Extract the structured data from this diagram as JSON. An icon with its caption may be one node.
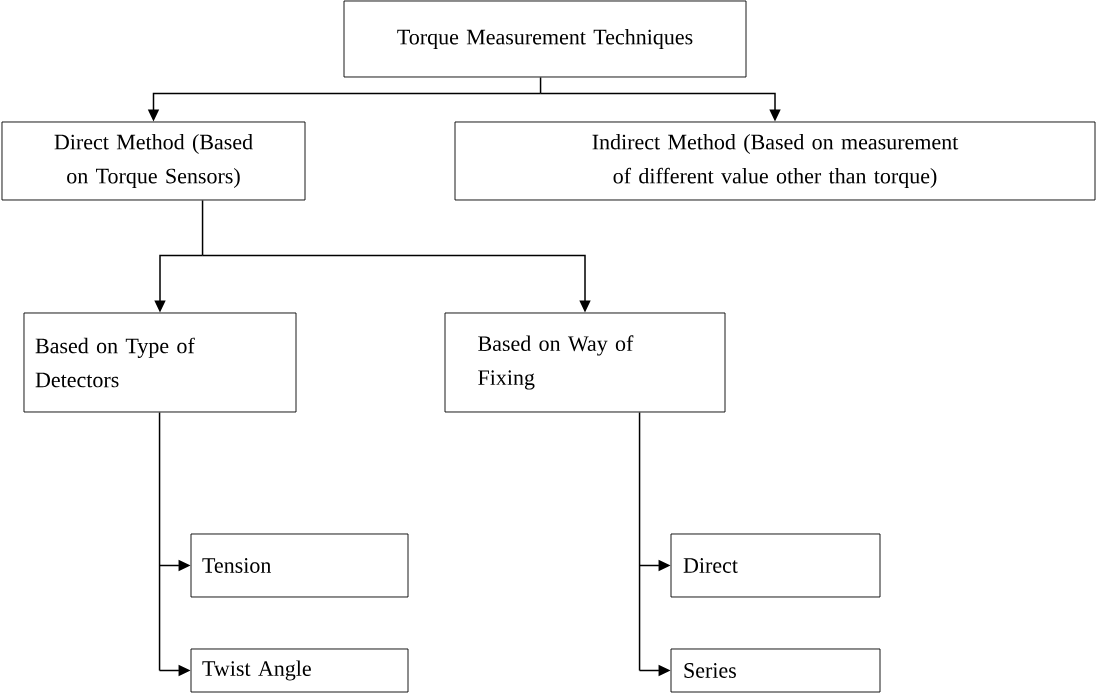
{
  "diagram": {
    "nodes": [
      {
        "text": [
          "Torque Measurement Techniques"
        ]
      },
      {
        "text": [
          "Direct Method (Based on Torque Sensors)"
        ]
      },
      {
        "text": [
          "Indirect Method (Based on measurement of different value other than torque)"
        ]
      },
      {
        "text": [
          "Based on Type of Detectors"
        ]
      },
      {
        "text": [
          "Based on Way of Fixing"
        ]
      },
      {
        "text": [
          "Tension"
        ]
      },
      {
        "text": [
          "Twist Angle"
        ]
      },
      {
        "text": [
          "Direct"
        ]
      },
      {
        "text": [
          "Series"
        ]
      }
    ],
    "edges": [
      {
        "from": 0,
        "to": 1,
        "arrow": "to"
      },
      {
        "from": 0,
        "to": 2,
        "arrow": "to"
      },
      {
        "from": 1,
        "to": 3,
        "arrow": "to"
      },
      {
        "from": 1,
        "to": 4,
        "arrow": "to"
      },
      {
        "from": 3,
        "to": 5,
        "arrow": "to"
      },
      {
        "from": 3,
        "to": 6,
        "arrow": "to"
      },
      {
        "from": 4,
        "to": 7,
        "arrow": "to"
      },
      {
        "from": 4,
        "to": 8,
        "arrow": "to"
      }
    ]
  }
}
